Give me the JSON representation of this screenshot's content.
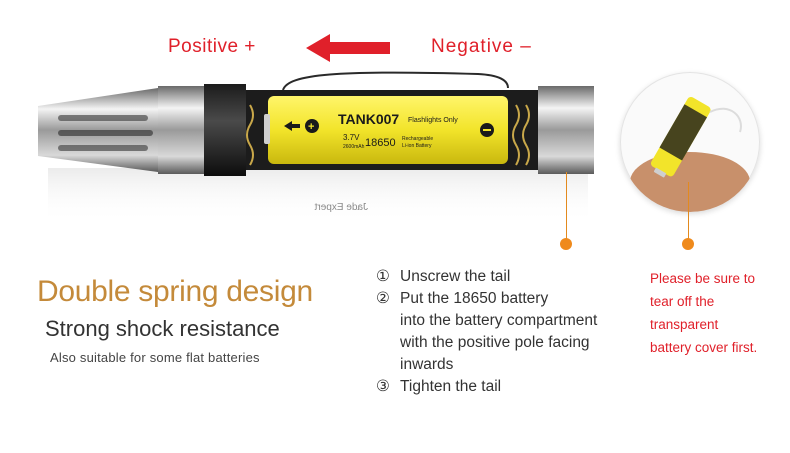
{
  "direction": {
    "positive": "Positive +",
    "negative": "Negative –"
  },
  "battery": {
    "brand": "TANK007",
    "brand_note": "Flashlights Only",
    "voltage": "3.7V",
    "capacity": "2600mAh",
    "model": "18650",
    "type_line1": "Rechargeable",
    "type_line2": "Li-ion Battery",
    "mirror_text": "Jade Expert"
  },
  "feature": {
    "title": "Double spring design",
    "subtitle": "Strong shock resistance",
    "note": "Also suitable for some flat batteries"
  },
  "steps": [
    {
      "num": "①",
      "lines": [
        "Unscrew the tail"
      ]
    },
    {
      "num": "②",
      "lines": [
        "Put the 18650 battery",
        "into the battery compartment",
        "with the positive pole facing",
        "inwards"
      ]
    },
    {
      "num": "③",
      "lines": [
        "Tighten the tail"
      ]
    }
  ],
  "warning": {
    "lines": [
      "Please be sure to",
      "tear off the",
      "transparent",
      "battery cover first."
    ]
  },
  "colors": {
    "accent_red": "#e0202a",
    "accent_orange": "#ef8a1c",
    "title_gold": "#c48a3a",
    "battery_yellow": "#f2e42a"
  }
}
